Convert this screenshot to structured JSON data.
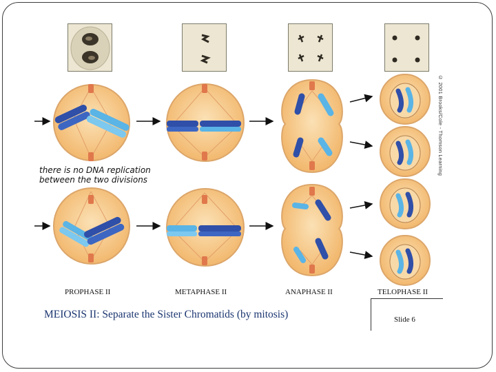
{
  "phases": [
    "PROPHASE II",
    "METAPHASE II",
    "ANAPHASE II",
    "TELOPHASE II"
  ],
  "note_line1": "there is no DNA replication",
  "note_line2": "between the two divisions",
  "title": "MEIOSIS II:  Separate the Sister Chromatids (by mitosis)",
  "copyright": "© 2001 Brooks/Cole - Thomson Learning",
  "slide_label": "Slide 6",
  "colors": {
    "cell_fill": "#f7c98a",
    "cell_edge": "#dca66a",
    "dark_blue": "#2f4fa8",
    "light_blue": "#5ab4e6",
    "centriole": "#e0784c",
    "title": "#1a3570"
  }
}
